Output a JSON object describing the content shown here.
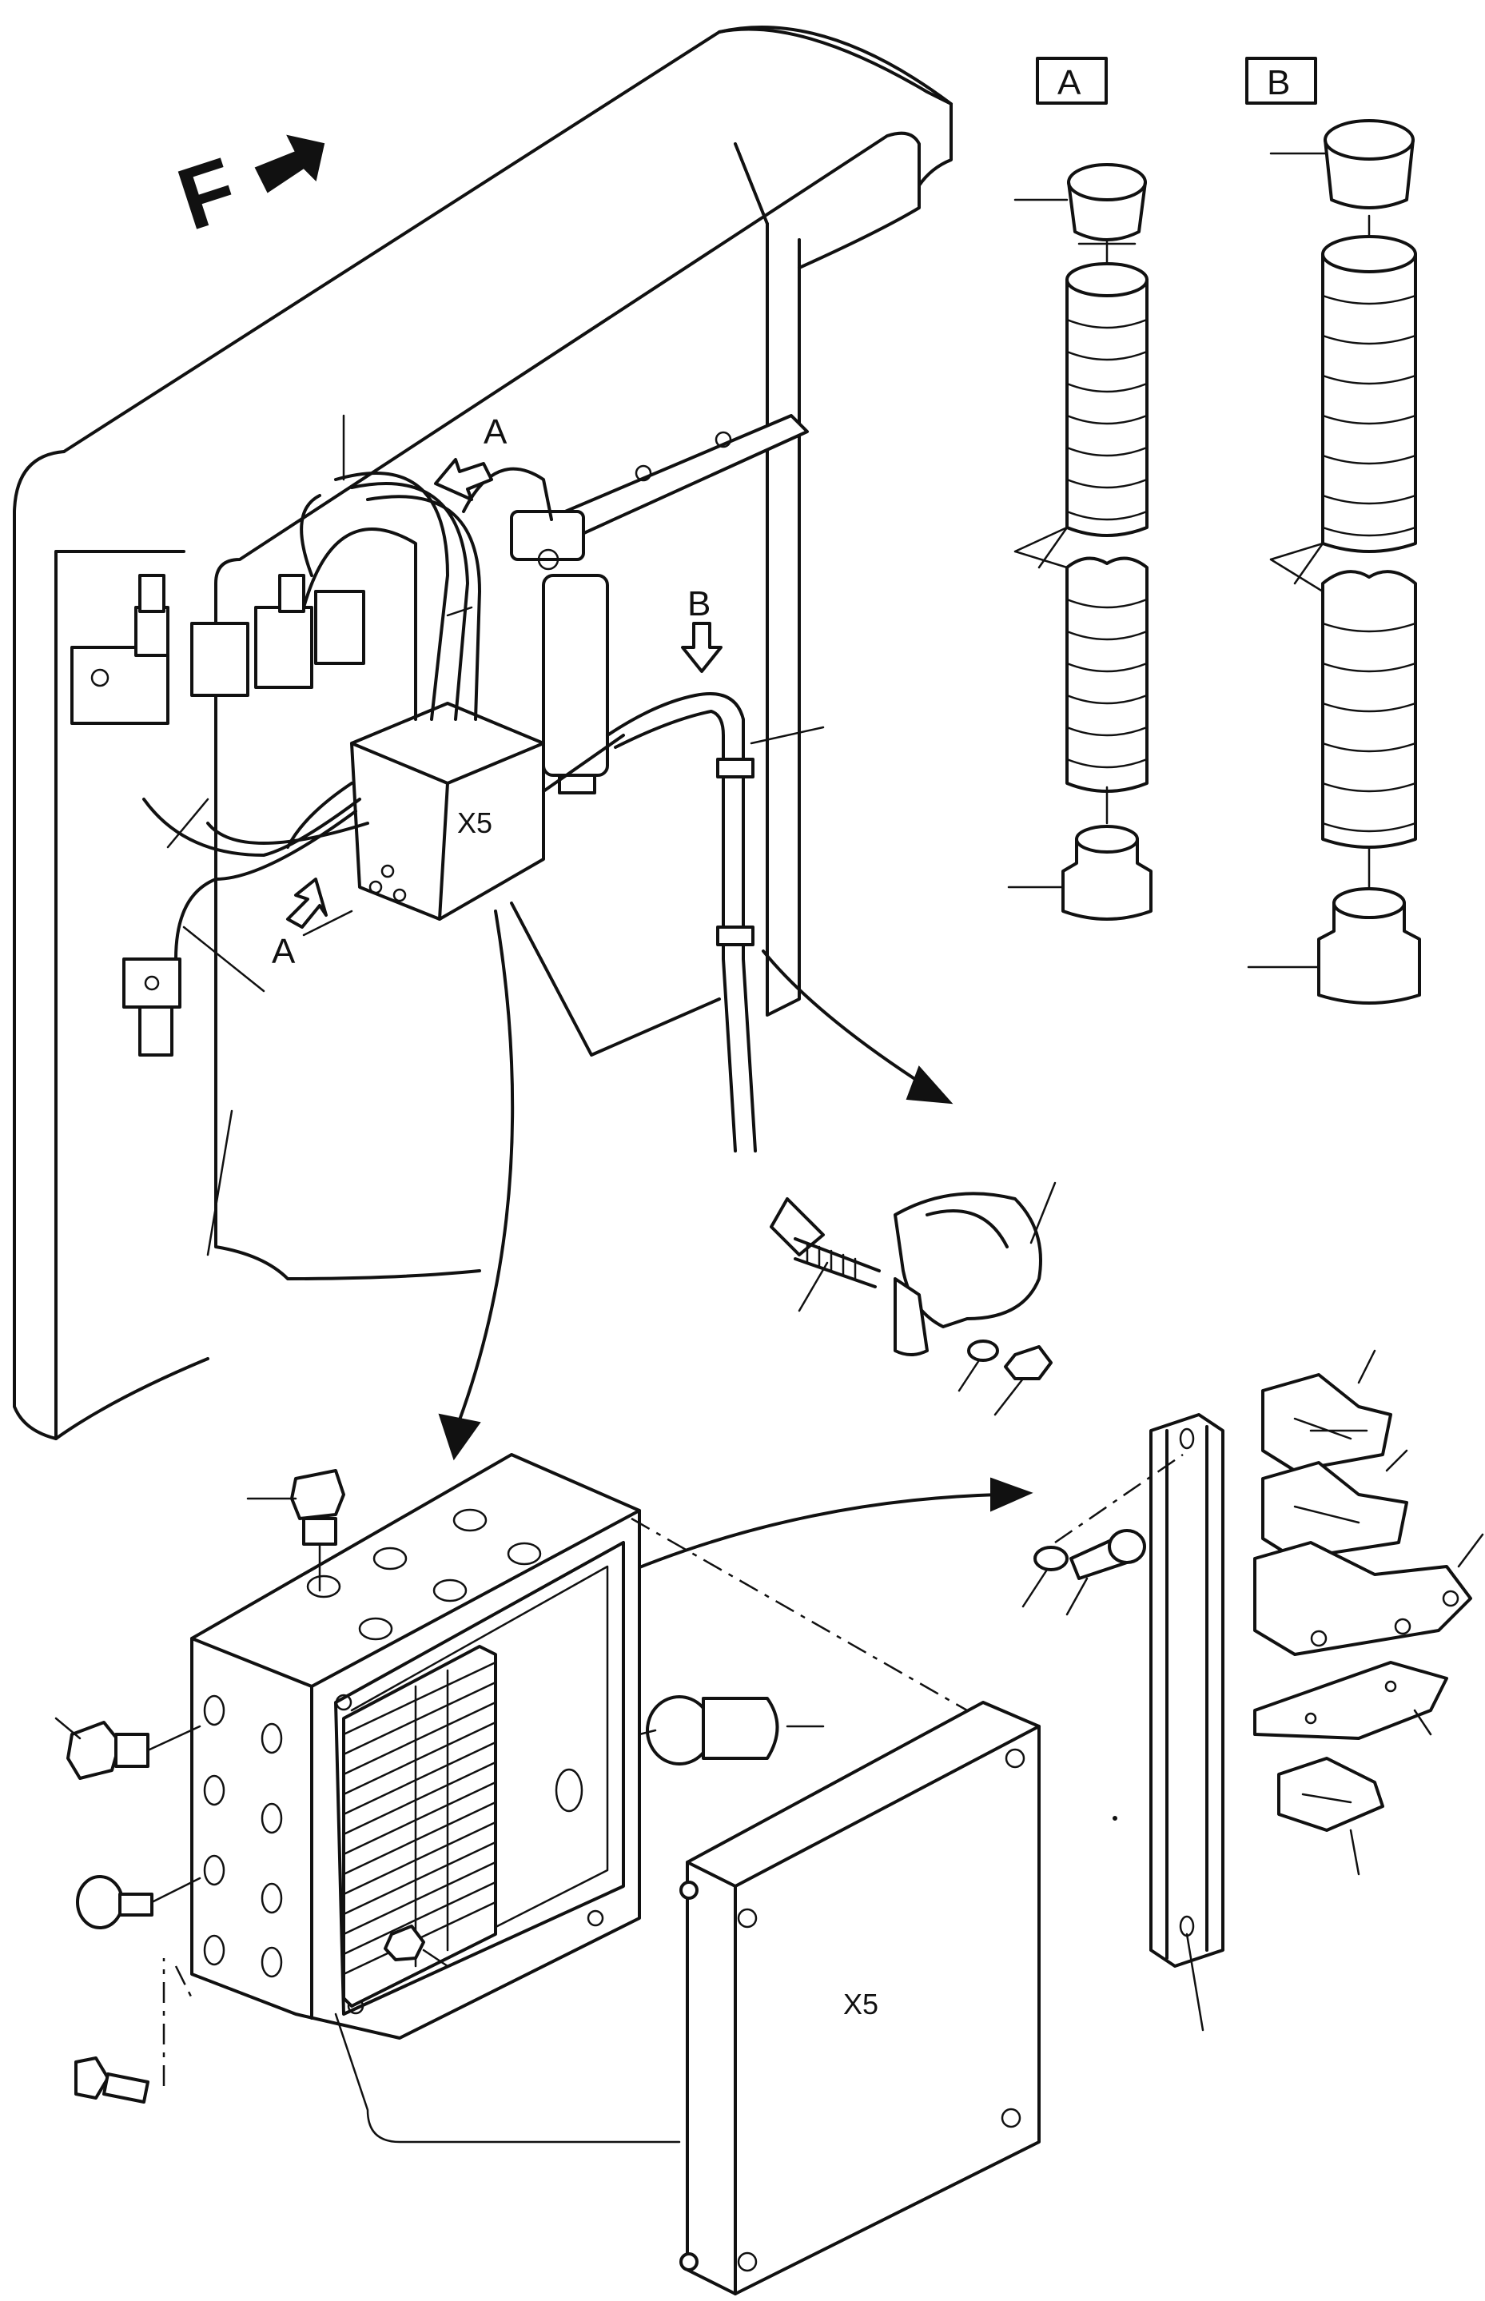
{
  "view_label": "F",
  "detail_labels": {
    "a": "A",
    "b": "B"
  },
  "box_tag": "X5",
  "cover_tag": "X5"
}
